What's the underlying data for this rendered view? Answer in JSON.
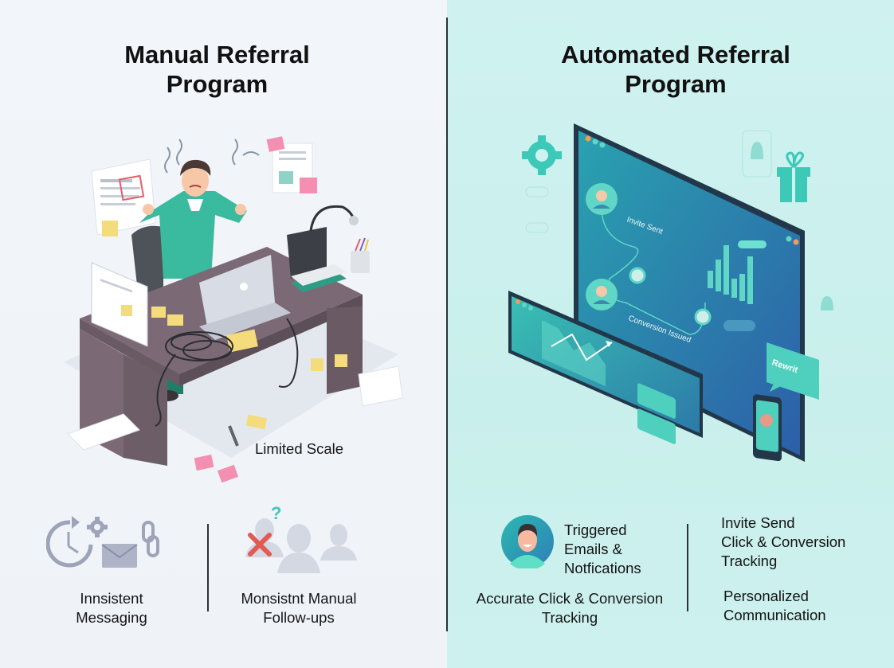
{
  "left_panel": {
    "title_line1": "Manual Referral",
    "title_line2": "Program",
    "background_color": "#f0f4f8",
    "illustration": {
      "description": "stressed-person-at-cluttered-desk",
      "caption": "Limited Scale"
    },
    "features": [
      {
        "icons": [
          "clock-refresh-icon",
          "gear-icon",
          "envelope-icon",
          "chain-link-icon"
        ],
        "line1": "Innsistent",
        "line2": "Messaging"
      },
      {
        "icons": [
          "red-x-icon",
          "question-mark-icon",
          "people-group-icon"
        ],
        "line1": "Monsistnt Manual",
        "line2": "Follow-ups"
      }
    ]
  },
  "right_panel": {
    "title_line1": "Automated Referral",
    "title_line2": "Program",
    "background_color": "#ccf1ee",
    "illustration": {
      "description": "automation-dashboard-windows",
      "flow_labels": [
        "Invite Sent",
        "Conversion Issued"
      ],
      "reward_bubble": "Rewrit"
    },
    "features": [
      {
        "icon": "user-avatar-icon",
        "line1": "Triggered",
        "line2": "Emails &",
        "line3": "Notfications"
      },
      {
        "line1": "Accurate Click & Conversion",
        "line2": "Tracking"
      },
      {
        "line1": "Invite Send",
        "line2": "Click & Conversion",
        "line3": "Tracking"
      },
      {
        "line1": "Personalized",
        "line2": "Communication"
      }
    ]
  },
  "colors": {
    "accent_teal": "#3cc9b8",
    "dashboard_blue": "#2f7fb0",
    "frame_dark": "#22384a",
    "desk": "#7b6a75",
    "error_red": "#e25b53",
    "icon_gray": "#9da3b8"
  }
}
